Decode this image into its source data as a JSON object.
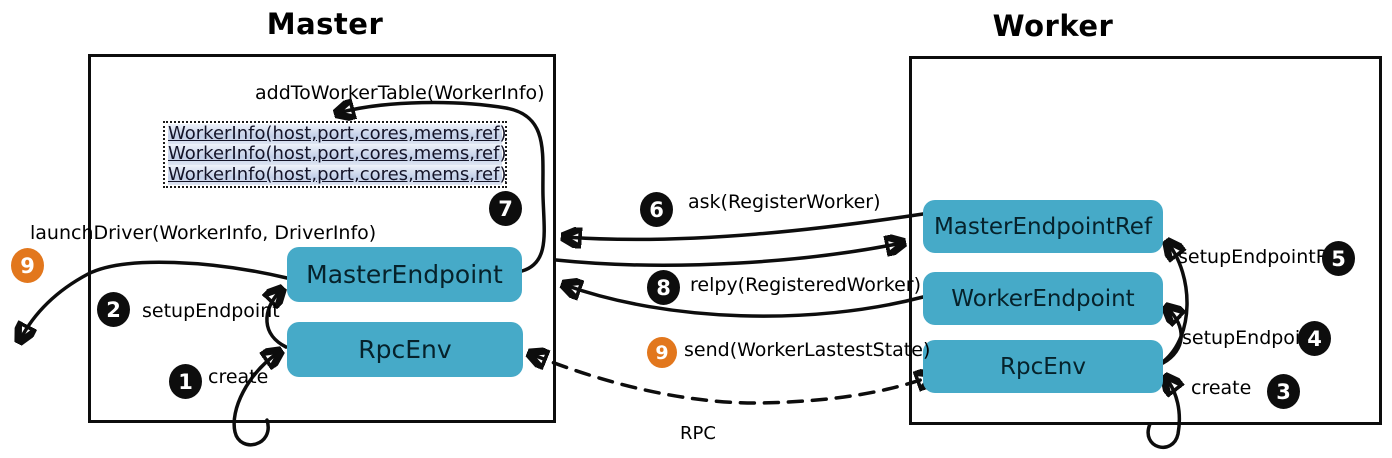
{
  "diagram": {
    "master": {
      "title": "Master",
      "nodes": {
        "master_endpoint": "MasterEndpoint",
        "rpc_env": "RpcEnv"
      },
      "worker_table": {
        "rows": [
          "WorkerInfo(host,port,cores,mems,ref)",
          "WorkerInfo(host,port,cores,mems,ref)",
          "WorkerInfo(host,port,cores,mems,ref)"
        ]
      },
      "labels": {
        "add_to_worker_table": "addToWorkerTable(WorkerInfo)",
        "launch_driver": "launchDriver(WorkerInfo, DriverInfo)",
        "setup_endpoint": "setupEndpoint",
        "create": "create"
      },
      "badges": {
        "create": "1",
        "setup_endpoint": "2",
        "add_to_worker_table": "7",
        "launch_driver": "9"
      }
    },
    "worker": {
      "title": "Worker",
      "nodes": {
        "master_endpoint_ref": "MasterEndpointRef",
        "worker_endpoint": "WorkerEndpoint",
        "rpc_env": "RpcEnv"
      },
      "labels": {
        "setup_endpoint_ref": "setupEndpointRef",
        "setup_endpoint": "setupEndpoint",
        "create": "create"
      },
      "badges": {
        "create": "3",
        "setup_endpoint": "4",
        "setup_endpoint_ref": "5"
      }
    },
    "messages": {
      "ask": {
        "badge": "6",
        "label": "ask(RegisterWorker)"
      },
      "reply": {
        "badge": "8",
        "label": "relpy(RegisteredWorker)"
      },
      "send": {
        "badge": "9",
        "label": "send(WorkerLastestState)"
      },
      "rpc_label": "RPC"
    },
    "colors": {
      "node_fill": "#46aac8",
      "badge_black": "#0d0d0d",
      "badge_orange": "#e2771d",
      "arrow": "#0d0d0d",
      "table_row_gradient_top": "#eef2fa",
      "table_row_gradient_mid": "#c2cfe8"
    }
  }
}
